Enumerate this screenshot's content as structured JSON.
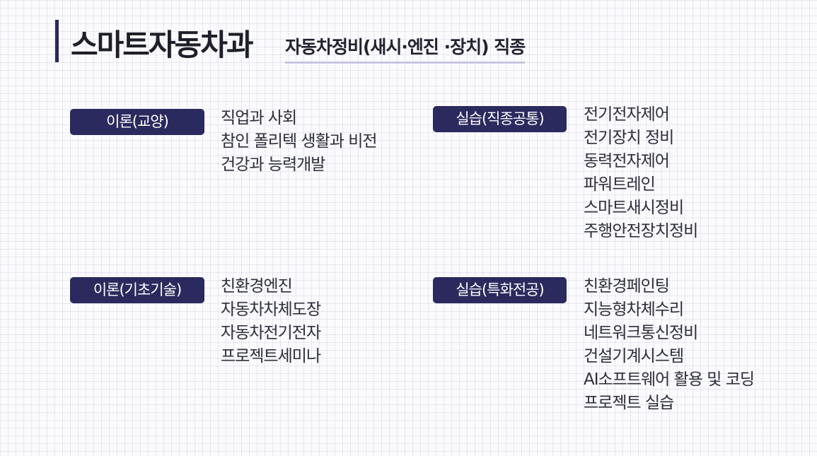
{
  "header": {
    "title": "스마트자동차과",
    "subtitle": "자동차정비(새시·엔진 ·장치) 직종"
  },
  "sections": [
    {
      "badge": "이론(교양)",
      "items": [
        "직업과 사회",
        "참인 폴리텍 생활과 비전",
        "건강과 능력개발"
      ]
    },
    {
      "badge": "실습(직종공통)",
      "items": [
        "전기전자제어",
        "전기장치 정비",
        "동력전자제어",
        "파워트레인",
        "스마트새시정비",
        "주행안전장치정비"
      ]
    },
    {
      "badge": "이론(기초기술)",
      "items": [
        "친환경엔진",
        "자동차차체도장",
        "자동차전기전자",
        "프로젝트세미나"
      ]
    },
    {
      "badge": "실습(특화전공)",
      "items": [
        "친환경페인팅",
        "지능형차체수리",
        "네트워크통신정비",
        "건설기계시스템",
        "AI소프트웨어 활용 및 코딩",
        "프로젝트 실습"
      ]
    }
  ]
}
